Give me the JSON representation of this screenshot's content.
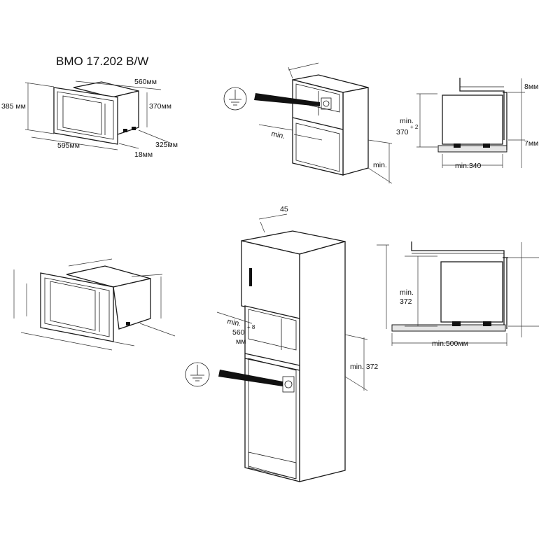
{
  "title": "BMO 17.202 B/W",
  "oven_dims": {
    "height": "385 мм",
    "width": "595мм",
    "depth": "560мм",
    "inner_height": "370мм",
    "body_depth": "325мм",
    "frame": "18мм"
  },
  "niche_top": {
    "min_left": "min.",
    "min_right": "min."
  },
  "side_top": {
    "top_gap": "8мм",
    "bottom_gap": "7мм",
    "min_height_label": "min.",
    "min_height_value": "370",
    "min_height_tol": "+ 2",
    "min_depth": "min.340"
  },
  "column": {
    "top_offset": "45",
    "min_width_label": "min.",
    "min_width_value": "560",
    "min_width_tol": "+ 8",
    "min_width_unit": "мм",
    "min_height": "min. 372"
  },
  "side_bottom": {
    "min_height_label": "min.",
    "min_height_value": "372",
    "min_depth": "min.500мм"
  }
}
